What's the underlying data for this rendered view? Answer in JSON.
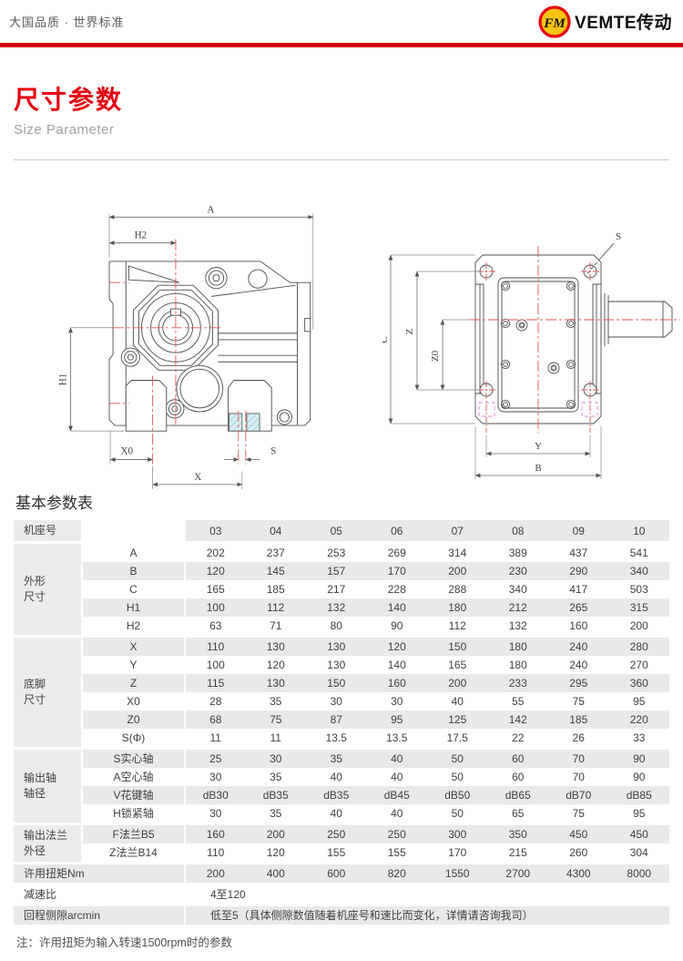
{
  "page": {
    "slogan": "大国品质 · 世界标准",
    "brand": "VEMTE传动",
    "logo_monogram": "FM",
    "title_zh": "尺寸参数",
    "title_en": "Size Parameter"
  },
  "drawings": {
    "left": {
      "dims": {
        "a": "A",
        "h2": "H2",
        "h1": "H1",
        "x0": "X0",
        "x": "X",
        "s": "S"
      }
    },
    "right": {
      "dims": {
        "c": "C",
        "z": "Z",
        "z0": "Z0",
        "y": "Y",
        "b": "B",
        "s": "S"
      }
    }
  },
  "table": {
    "title": "基本参数表",
    "corner_label": "机座号",
    "size_headers": [
      "03",
      "04",
      "05",
      "06",
      "07",
      "08",
      "09",
      "10"
    ],
    "groups": [
      {
        "label": "外形尺寸",
        "label_lines": [
          "外形",
          "尺寸"
        ],
        "rows": [
          {
            "name": "A",
            "values": [
              "202",
              "237",
              "253",
              "269",
              "314",
              "389",
              "437",
              "541"
            ]
          },
          {
            "name": "B",
            "values": [
              "120",
              "145",
              "157",
              "170",
              "200",
              "230",
              "290",
              "340"
            ]
          },
          {
            "name": "C",
            "values": [
              "165",
              "185",
              "217",
              "228",
              "288",
              "340",
              "417",
              "503"
            ]
          },
          {
            "name": "H1",
            "values": [
              "100",
              "112",
              "132",
              "140",
              "180",
              "212",
              "265",
              "315"
            ]
          },
          {
            "name": "H2",
            "values": [
              "63",
              "71",
              "80",
              "90",
              "112",
              "132",
              "160",
              "200"
            ]
          }
        ]
      },
      {
        "label": "底脚尺寸",
        "label_lines": [
          "底脚",
          "尺寸"
        ],
        "rows": [
          {
            "name": "X",
            "values": [
              "110",
              "130",
              "130",
              "120",
              "150",
              "180",
              "240",
              "280"
            ]
          },
          {
            "name": "Y",
            "values": [
              "100",
              "120",
              "130",
              "140",
              "165",
              "180",
              "240",
              "270"
            ]
          },
          {
            "name": "Z",
            "values": [
              "115",
              "130",
              "150",
              "160",
              "200",
              "233",
              "295",
              "360"
            ]
          },
          {
            "name": "X0",
            "values": [
              "28",
              "35",
              "30",
              "30",
              "40",
              "55",
              "75",
              "95"
            ]
          },
          {
            "name": "Z0",
            "values": [
              "68",
              "75",
              "87",
              "95",
              "125",
              "142",
              "185",
              "220"
            ]
          },
          {
            "name": "S(Φ)",
            "values": [
              "11",
              "11",
              "13.5",
              "13.5",
              "17.5",
              "22",
              "26",
              "33"
            ]
          }
        ]
      },
      {
        "label": "输出轴轴径",
        "label_lines": [
          "输出轴",
          "轴径"
        ],
        "rows": [
          {
            "name": "S实心轴",
            "values": [
              "25",
              "30",
              "35",
              "40",
              "50",
              "60",
              "70",
              "90"
            ]
          },
          {
            "name": "A空心轴",
            "values": [
              "30",
              "35",
              "40",
              "40",
              "50",
              "60",
              "70",
              "90"
            ]
          },
          {
            "name": "V花键轴",
            "values": [
              "dB30",
              "dB35",
              "dB35",
              "dB45",
              "dB50",
              "dB65",
              "dB70",
              "dB85"
            ]
          },
          {
            "name": "H锁紧轴",
            "values": [
              "30",
              "35",
              "40",
              "40",
              "50",
              "65",
              "75",
              "95"
            ]
          }
        ]
      },
      {
        "label": "输出法兰外径",
        "label_lines": [
          "输出法兰",
          "外径"
        ],
        "rows": [
          {
            "name": "F法兰B5",
            "values": [
              "160",
              "200",
              "250",
              "250",
              "300",
              "350",
              "450",
              "450"
            ]
          },
          {
            "name": "Z法兰B14",
            "values": [
              "110",
              "120",
              "155",
              "155",
              "170",
              "215",
              "260",
              "304"
            ]
          }
        ]
      }
    ],
    "rows_full": [
      {
        "label": "许用扭矩Nm",
        "span": false,
        "values": [
          "200",
          "400",
          "600",
          "820",
          "1550",
          "2700",
          "4300",
          "8000"
        ]
      },
      {
        "label": "减速比",
        "span": true,
        "value": "4至120"
      },
      {
        "label": "回程侧隙arcmin",
        "span": true,
        "value": "低至5（具体侧隙数值随着机座号和速比而变化，详情请咨询我司）"
      }
    ],
    "note": "注：许用扭矩为输入转速1500rpm时的参数"
  },
  "colors": {
    "accent_red": "#e60012",
    "bar_red": "#d7000f",
    "stripe_gray": "#e9e9e9",
    "group_gray": "#ececec",
    "hatch_blue": "#cfe8f2",
    "centerline_red": "#e05656",
    "pink_dash": "#df86d8",
    "logo_yellow": "#f6c50f"
  }
}
